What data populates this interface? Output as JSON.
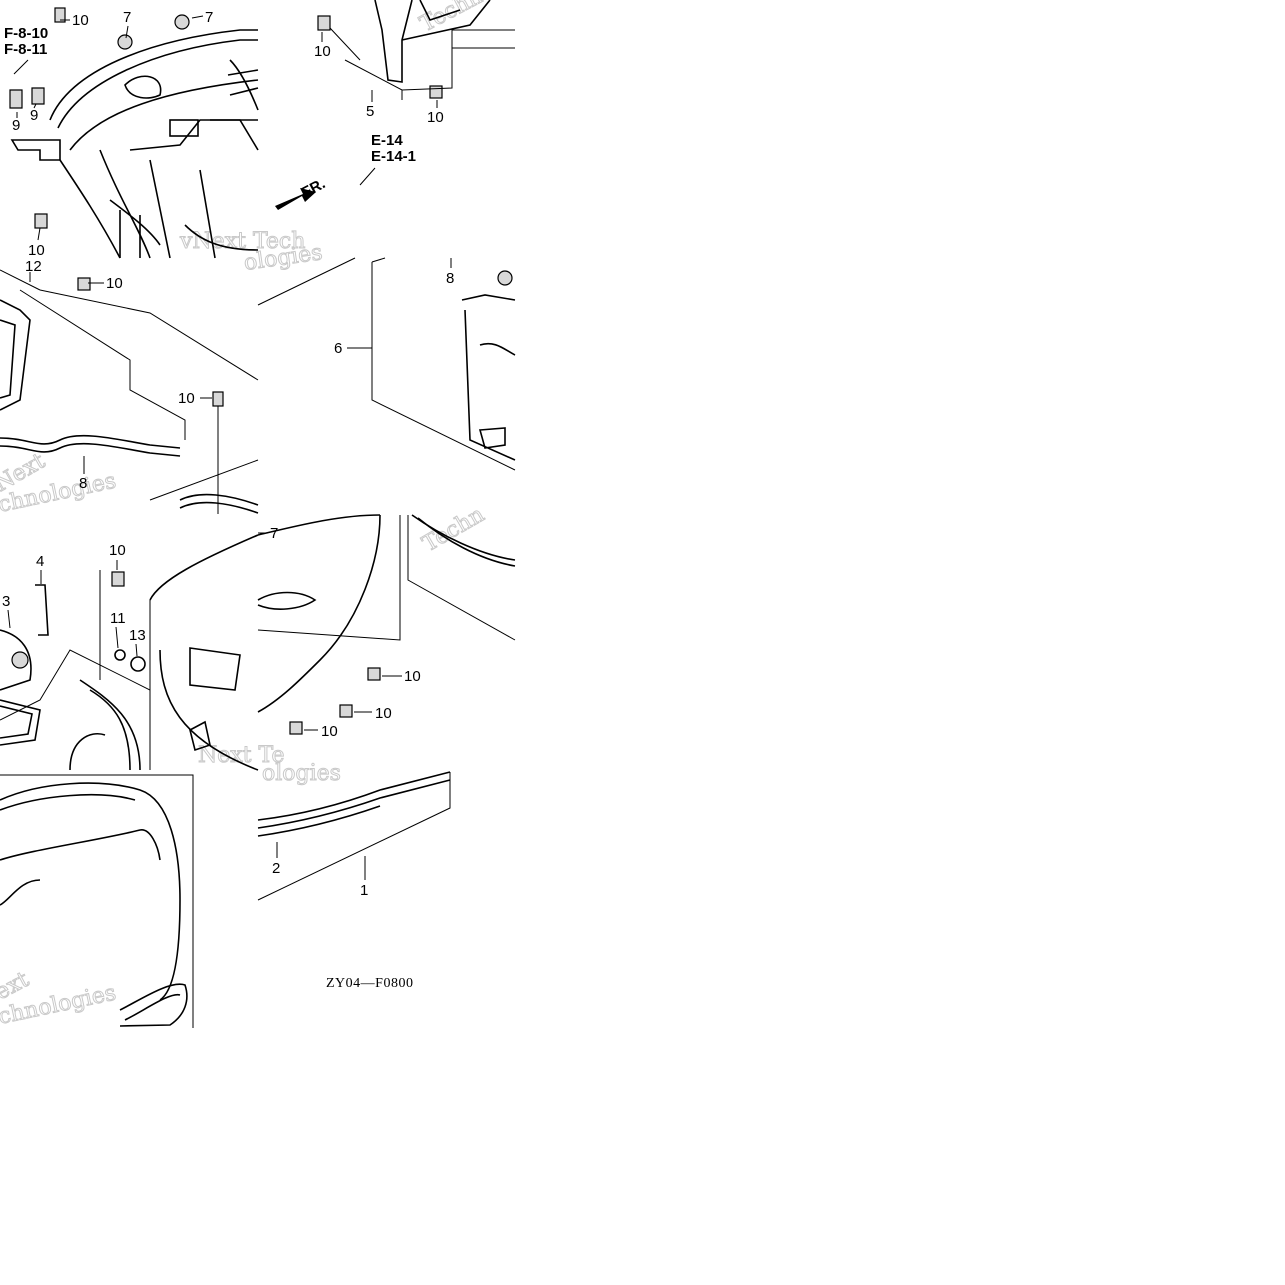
{
  "diagram": {
    "drawing_code": "ZY04—F0800",
    "front_indicator": "FR.",
    "references": {
      "top_left_a": "F-8-10",
      "top_left_b": "F-8-11",
      "top_right_a": "E-14",
      "top_right_b": "E-14-1"
    },
    "callouts": {
      "c10_a": "10",
      "c7_a": "7",
      "c7_b": "7",
      "c9_a": "9",
      "c9_b": "9",
      "c10_b": "10",
      "c12": "12",
      "c10_c": "10",
      "c10_d": "10",
      "c8_a": "8",
      "c10_e": "10",
      "c5": "5",
      "c10_f": "10",
      "c8_b": "8",
      "c6": "6",
      "c4": "4",
      "c3": "3",
      "c10_g": "10",
      "c11": "11",
      "c13": "13",
      "c7_c": "7",
      "c10_h": "10",
      "c10_i": "10",
      "c10_j": "10",
      "c2": "2",
      "c1": "1"
    },
    "watermarks": {
      "w1": "Techno",
      "w2": "vNext Tech",
      "w3": "ologies",
      "w4": "Next",
      "w5": "chnologies",
      "w6": "Techn",
      "w7": "Next Te",
      "w8": "ologies",
      "w9": "ext",
      "w10": "chnologies"
    }
  }
}
